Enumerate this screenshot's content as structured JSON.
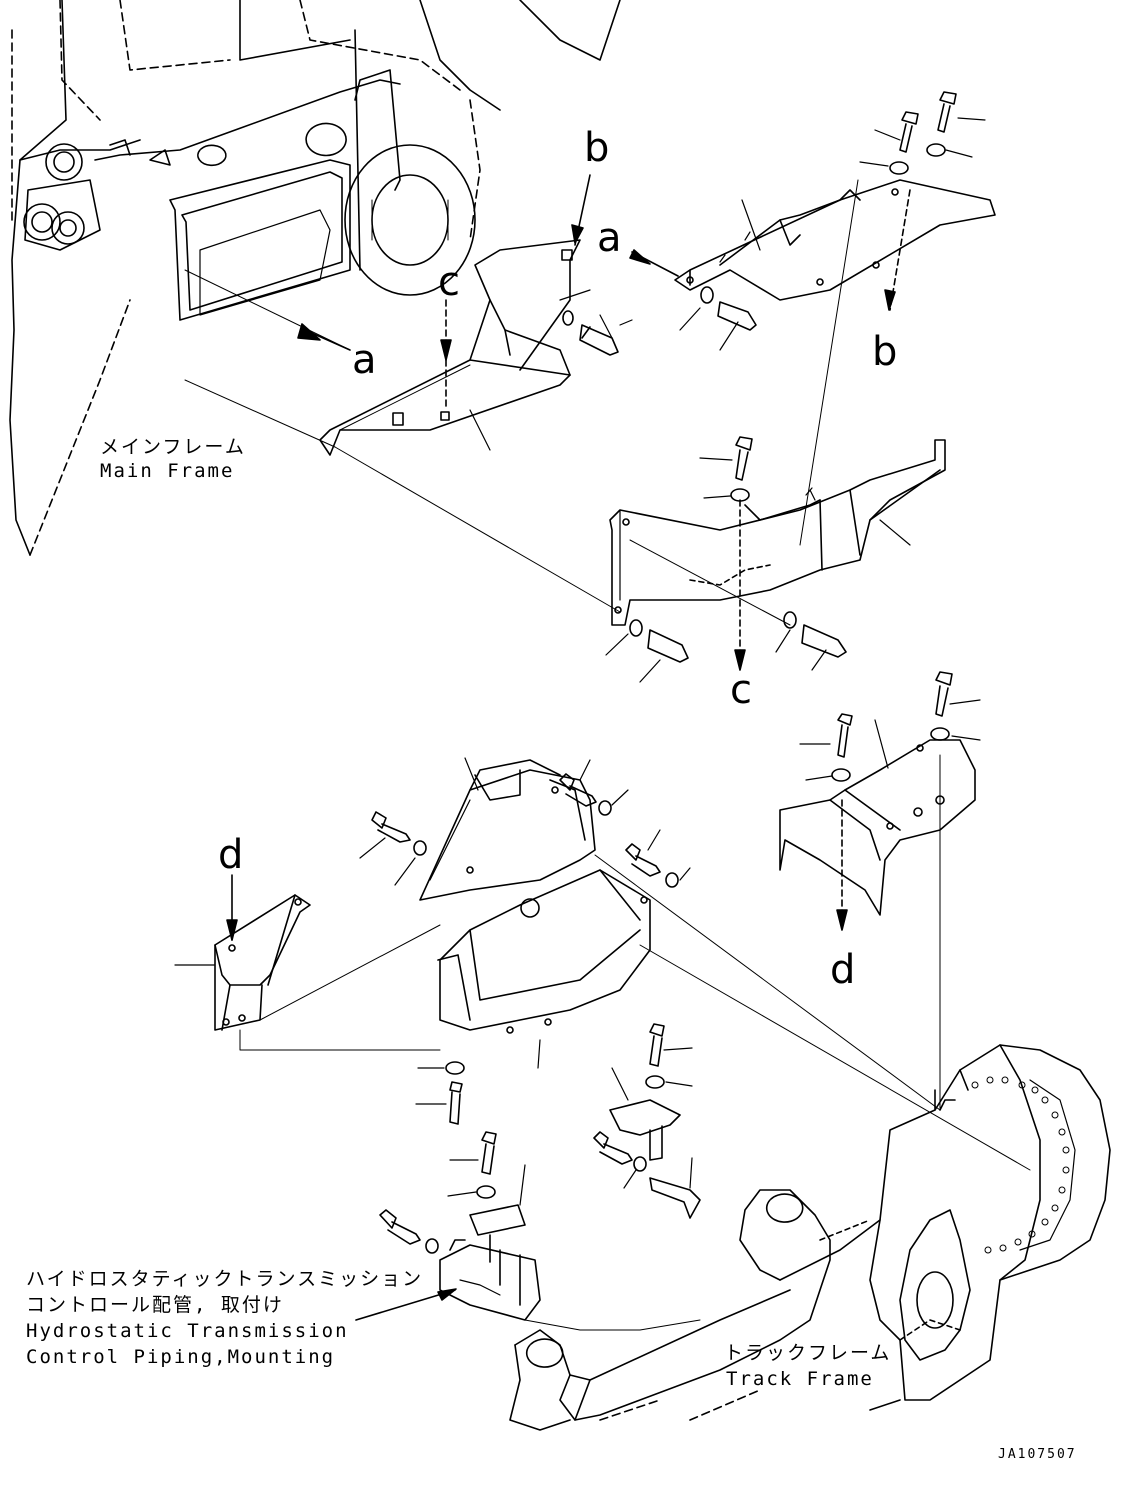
{
  "diagram": {
    "ref_letters": {
      "b_top": "b",
      "a_top": "a",
      "c_top": "c",
      "a_left": "a",
      "b_right": "b",
      "c_mid": "c",
      "d_left": "d",
      "d_right": "d"
    },
    "main_frame": {
      "jp": "メインフレーム",
      "en": "Main Frame"
    },
    "hst": {
      "jp1": "ハイドロスタティックトランスミッション",
      "jp2": "コントロール配管, 取付け",
      "en1": "Hydrostatic Transmission",
      "en2": "Control Piping,Mounting"
    },
    "track_frame": {
      "jp": "トラックフレーム",
      "en": "Track Frame"
    },
    "drawing_code": "JA107507"
  }
}
